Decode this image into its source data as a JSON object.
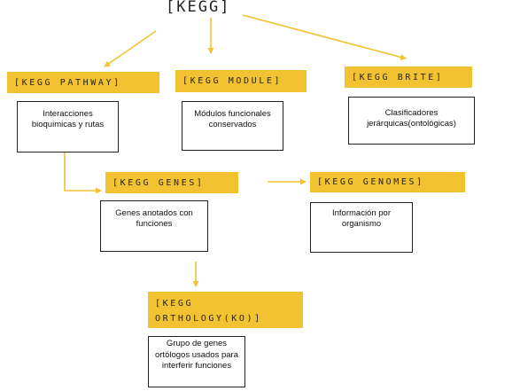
{
  "diagram": {
    "root": {
      "label": "[KEGG]"
    },
    "nodes": [
      {
        "id": "pathway",
        "tag": "[KEGG PATHWAY]",
        "description": "Interacciones bioquimicas y rutas"
      },
      {
        "id": "module",
        "tag": "[KEGG MODULE]",
        "description": "Módulos funcionales conservados"
      },
      {
        "id": "brite",
        "tag": "[KEGG BRITE]",
        "description": "Clasificadores jerárquicas(ontológicas)"
      },
      {
        "id": "genes",
        "tag": "[KEGG GENES]",
        "description": "Genes anotados con funciones"
      },
      {
        "id": "genomes",
        "tag": "[KEGG GENOMES]",
        "description": "Información por organismo"
      },
      {
        "id": "orthology",
        "tag_line1": "[KEGG",
        "tag_line2": "ORTHOLOGY(KO)]",
        "description": "Grupo de genes ortólogos usados para interferir funciones"
      }
    ],
    "edges": [
      {
        "from": "root",
        "to": "pathway"
      },
      {
        "from": "root",
        "to": "module"
      },
      {
        "from": "root",
        "to": "brite"
      },
      {
        "from": "pathway",
        "to": "genes"
      },
      {
        "from": "genes",
        "to": "genomes"
      },
      {
        "from": "genes",
        "to": "orthology"
      }
    ],
    "colors": {
      "accent": "#f2c230",
      "arrow": "#f2c230",
      "border": "#222222",
      "text": "#222222"
    }
  }
}
